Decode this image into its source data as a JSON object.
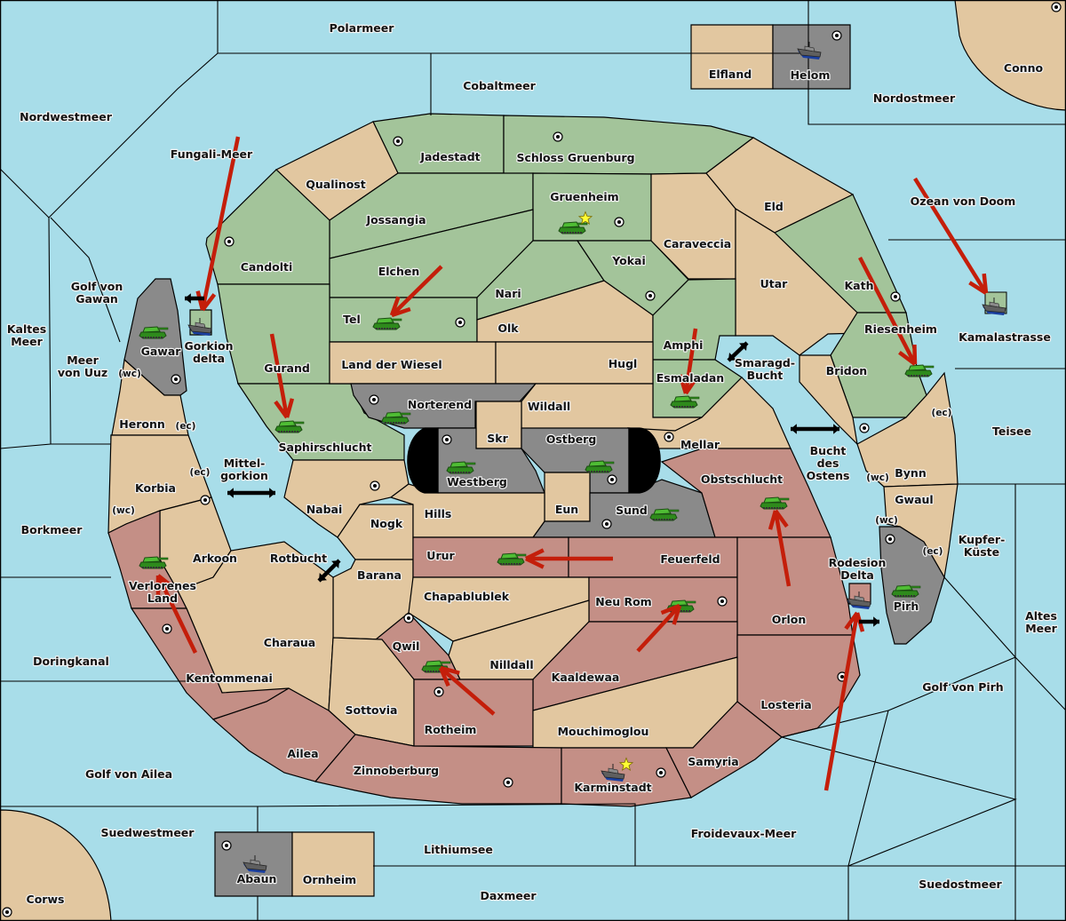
{
  "title": "Diplomacy map",
  "colors": {
    "sea": "#a8dde9",
    "neutral": "#e2c7a0",
    "green_power": "#a3c49a",
    "red_power": "#c48f86",
    "grey_power": "#8a8a8a",
    "impassable": "#000000",
    "order_arrow": "#c41e0a",
    "star": "#ffff33"
  },
  "seas": [
    "Polarmeer",
    "Cobaltmeer",
    "Nordwestmeer",
    "Nordostmeer",
    "Fungali-Meer",
    "Ozean von Doom",
    "Golf von Gawan",
    "Kaltes Meer",
    "Meer von Uuz",
    "Kamalastrasse",
    "Teisee",
    "Smaragd-Bucht",
    "Bucht des Ostens",
    "Mittelgorkion",
    "Borkmeer",
    "Rotbucht",
    "Kupfer-Küste",
    "Altes Meer",
    "Doringkanal",
    "Golf von Pirh",
    "Golf von Ailea",
    "Suedwestmeer",
    "Lithiumsee",
    "Froidevaux-Meer",
    "Daxmeer",
    "Suedostmeer"
  ],
  "territories": [
    {
      "id": "polarmeer",
      "name": "Polarmeer",
      "owner": "sea"
    },
    {
      "id": "cobaltmeer",
      "name": "Cobaltmeer",
      "owner": "sea"
    },
    {
      "id": "nordwestmeer",
      "name": "Nordwestmeer",
      "owner": "sea"
    },
    {
      "id": "nordostmeer",
      "name": "Nordostmeer",
      "owner": "sea"
    },
    {
      "id": "fungali",
      "name": "Fungali-Meer",
      "owner": "sea"
    },
    {
      "id": "doom",
      "name": "Ozean von Doom",
      "owner": "sea"
    },
    {
      "id": "gawan",
      "name": "Golf von Gawan",
      "owner": "sea"
    },
    {
      "id": "kaltes",
      "name": "Kaltes Meer",
      "owner": "sea"
    },
    {
      "id": "uuz",
      "name": "Meer von Uuz",
      "owner": "sea"
    },
    {
      "id": "kamala",
      "name": "Kamalastrasse",
      "owner": "sea"
    },
    {
      "id": "teisee",
      "name": "Teisee",
      "owner": "sea"
    },
    {
      "id": "borkmeer",
      "name": "Borkmeer",
      "owner": "sea"
    },
    {
      "id": "kupfer",
      "name": "Kupfer-Küste",
      "owner": "sea"
    },
    {
      "id": "altes",
      "name": "Altes Meer",
      "owner": "sea"
    },
    {
      "id": "doringkanal",
      "name": "Doringkanal",
      "owner": "sea"
    },
    {
      "id": "golfpirh",
      "name": "Golf von Pirh",
      "owner": "sea"
    },
    {
      "id": "golfailea",
      "name": "Golf von Ailea",
      "owner": "sea"
    },
    {
      "id": "suedwestmeer",
      "name": "Suedwestmeer",
      "owner": "sea"
    },
    {
      "id": "lithiumsee",
      "name": "Lithiumsee",
      "owner": "sea"
    },
    {
      "id": "froidevaux",
      "name": "Froidevaux-Meer",
      "owner": "sea"
    },
    {
      "id": "daxmeer",
      "name": "Daxmeer",
      "owner": "sea"
    },
    {
      "id": "suedostmeer",
      "name": "Suedostmeer",
      "owner": "sea"
    },
    {
      "id": "smaragd",
      "name": "Smaragd-Bucht",
      "owner": "sea"
    },
    {
      "id": "buchtostens",
      "name": "Bucht des Ostens",
      "owner": "sea"
    },
    {
      "id": "mittelgorkion",
      "name": "Mittelgorkion",
      "owner": "sea"
    },
    {
      "id": "rotbucht",
      "name": "Rotbucht",
      "owner": "sea"
    },
    {
      "id": "gorkiondelta",
      "name": "Gorkion delta",
      "owner": "green",
      "unit": "fleet"
    },
    {
      "id": "rodesiondelta",
      "name": "Rodesion Delta",
      "owner": "red",
      "unit": "fleet"
    },
    {
      "id": "elfland",
      "name": "Elfland",
      "owner": "neutral"
    },
    {
      "id": "helom",
      "name": "Helom",
      "owner": "grey",
      "unit": "fleet",
      "sc": true
    },
    {
      "id": "conno",
      "name": "Conno",
      "owner": "neutral",
      "sc": true
    },
    {
      "id": "corws",
      "name": "Corws",
      "owner": "neutral",
      "sc": true
    },
    {
      "id": "abaun",
      "name": "Abaun",
      "owner": "grey",
      "unit": "fleet",
      "sc": true
    },
    {
      "id": "ornheim",
      "name": "Ornheim",
      "owner": "neutral"
    },
    {
      "id": "jadestadt",
      "name": "Jadestadt",
      "owner": "green",
      "sc": true
    },
    {
      "id": "schloss",
      "name": "Schloss Gruenburg",
      "owner": "green",
      "sc": true
    },
    {
      "id": "qualinost",
      "name": "Qualinost",
      "owner": "neutral"
    },
    {
      "id": "jossangia",
      "name": "Jossangia",
      "owner": "green"
    },
    {
      "id": "gruenheim",
      "name": "Gruenheim",
      "owner": "green",
      "unit": "army",
      "sc": true,
      "capital": true
    },
    {
      "id": "candolti",
      "name": "Candolti",
      "owner": "green",
      "sc": true
    },
    {
      "id": "elchen",
      "name": "Elchen",
      "owner": "green"
    },
    {
      "id": "tel",
      "name": "Tel",
      "owner": "green",
      "unit": "army",
      "sc": true
    },
    {
      "id": "nari",
      "name": "Nari",
      "owner": "green"
    },
    {
      "id": "yokai",
      "name": "Yokai",
      "owner": "green",
      "sc": true
    },
    {
      "id": "caraveccia",
      "name": "Caraveccia",
      "owner": "neutral"
    },
    {
      "id": "eld",
      "name": "Eld",
      "owner": "neutral"
    },
    {
      "id": "kath",
      "name": "Kath",
      "owner": "green",
      "sc": true
    },
    {
      "id": "utar",
      "name": "Utar",
      "owner": "neutral"
    },
    {
      "id": "olk",
      "name": "Olk",
      "owner": "neutral"
    },
    {
      "id": "amphi",
      "name": "Amphi",
      "owner": "green"
    },
    {
      "id": "esmaladan",
      "name": "Esmaladan",
      "owner": "green",
      "unit": "army"
    },
    {
      "id": "riesenheim",
      "name": "Riesenheim",
      "owner": "green",
      "unit": "army"
    },
    {
      "id": "bridon",
      "name": "Bridon",
      "owner": "neutral",
      "sc": true
    },
    {
      "id": "gurand",
      "name": "Gurand",
      "owner": "green"
    },
    {
      "id": "saphirschlucht",
      "name": "Saphirschlucht",
      "owner": "green",
      "unit": "army"
    },
    {
      "id": "landwiesel",
      "name": "Land der Wiesel",
      "owner": "neutral"
    },
    {
      "id": "hugl",
      "name": "Hugl",
      "owner": "neutral"
    },
    {
      "id": "norterend",
      "name": "Norterend",
      "owner": "grey",
      "unit": "army",
      "sc": true
    },
    {
      "id": "wildall",
      "name": "Wildall",
      "owner": "neutral"
    },
    {
      "id": "skr",
      "name": "Skr",
      "owner": "neutral"
    },
    {
      "id": "westberg",
      "name": "Westberg",
      "owner": "grey",
      "unit": "army",
      "sc": true
    },
    {
      "id": "ostberg",
      "name": "Ostberg",
      "owner": "grey",
      "unit": "army",
      "sc": true
    },
    {
      "id": "mellar",
      "name": "Mellar",
      "owner": "neutral",
      "sc": true
    },
    {
      "id": "eun",
      "name": "Eun",
      "owner": "neutral"
    },
    {
      "id": "sund",
      "name": "Sund",
      "owner": "grey",
      "unit": "army",
      "sc": true
    },
    {
      "id": "obstschlucht",
      "name": "Obstschlucht",
      "owner": "red",
      "unit": "army"
    },
    {
      "id": "gawar",
      "name": "Gawar",
      "owner": "grey",
      "unit": "army",
      "sc": true
    },
    {
      "id": "heronn",
      "name": "Heronn",
      "owner": "neutral"
    },
    {
      "id": "korbia",
      "name": "Korbia",
      "owner": "neutral",
      "sc": true
    },
    {
      "id": "nabai",
      "name": "Nabai",
      "owner": "neutral",
      "sc": true
    },
    {
      "id": "nogk",
      "name": "Nogk",
      "owner": "neutral"
    },
    {
      "id": "hills",
      "name": "Hills",
      "owner": "neutral"
    },
    {
      "id": "arkoon",
      "name": "Arkoon",
      "owner": "neutral"
    },
    {
      "id": "verlorenes",
      "name": "Verlorenes Land",
      "owner": "red",
      "unit": "army"
    },
    {
      "id": "barana",
      "name": "Barana",
      "owner": "neutral"
    },
    {
      "id": "urur",
      "name": "Urur",
      "owner": "red",
      "unit": "army"
    },
    {
      "id": "feuerfeld",
      "name": "Feuerfeld",
      "owner": "red"
    },
    {
      "id": "chapablublek",
      "name": "Chapablublek",
      "owner": "neutral"
    },
    {
      "id": "neurom",
      "name": "Neu Rom",
      "owner": "red",
      "unit": "army",
      "sc": true
    },
    {
      "id": "orlon",
      "name": "Orlon",
      "owner": "red"
    },
    {
      "id": "qwil",
      "name": "Qwil",
      "owner": "red",
      "unit": "army",
      "sc": true
    },
    {
      "id": "nilldall",
      "name": "Nilldall",
      "owner": "neutral"
    },
    {
      "id": "charaua",
      "name": "Charaua",
      "owner": "neutral"
    },
    {
      "id": "kentommenai",
      "name": "Kentommenai",
      "owner": "red",
      "sc": true
    },
    {
      "id": "kaaldewaa",
      "name": "Kaaldewaa",
      "owner": "red"
    },
    {
      "id": "sottovia",
      "name": "Sottovia",
      "owner": "neutral"
    },
    {
      "id": "rotheim",
      "name": "Rotheim",
      "owner": "red",
      "sc": true
    },
    {
      "id": "losteria",
      "name": "Losteria",
      "owner": "red",
      "sc": true
    },
    {
      "id": "mouchimoglou",
      "name": "Mouchimoglou",
      "owner": "neutral"
    },
    {
      "id": "ailea",
      "name": "Ailea",
      "owner": "red"
    },
    {
      "id": "zinnoberburg",
      "name": "Zinnoberburg",
      "owner": "red",
      "sc": true
    },
    {
      "id": "karminstadt",
      "name": "Karminstadt",
      "owner": "red",
      "unit": "fleet",
      "sc": true,
      "capital": true
    },
    {
      "id": "samyria",
      "name": "Samyria",
      "owner": "red"
    },
    {
      "id": "bynn",
      "name": "Bynn",
      "owner": "neutral"
    },
    {
      "id": "gwaul",
      "name": "Gwaul",
      "owner": "neutral"
    },
    {
      "id": "pirh",
      "name": "Pirh",
      "owner": "grey",
      "unit": "army",
      "sc": true
    },
    {
      "id": "impassable_west",
      "name": "",
      "owner": "impassable"
    },
    {
      "id": "impassable_east",
      "name": "",
      "owner": "impassable"
    }
  ],
  "coast_labels": [
    {
      "text": "(wc)",
      "near": "gawar-heronn"
    },
    {
      "text": "(ec)",
      "near": "heronn"
    },
    {
      "text": "(ec)",
      "near": "korbia"
    },
    {
      "text": "(wc)",
      "near": "korbia"
    },
    {
      "text": "(ec)",
      "near": "riesenheim-bynn"
    },
    {
      "text": "(wc)",
      "near": "bynn"
    },
    {
      "text": "(wc)",
      "near": "gwaul"
    },
    {
      "text": "(ec)",
      "near": "gwaul-pirh"
    }
  ],
  "orders": [
    {
      "from": "Fungali-Meer",
      "to": "Gorkion delta",
      "type": "move"
    },
    {
      "from": "Gurand",
      "to": "Saphirschlucht",
      "type": "move"
    },
    {
      "from": "Elchen",
      "to": "Tel",
      "type": "move"
    },
    {
      "from": "Amphi",
      "to": "Esmaladan",
      "type": "move"
    },
    {
      "from": "Kath",
      "to": "Riesenheim",
      "type": "move"
    },
    {
      "from": "Ozean von Doom",
      "to": "Kamalastrasse",
      "type": "move"
    },
    {
      "from": "Feuerfeld",
      "to": "Urur",
      "type": "move"
    },
    {
      "from": "Kaaldewaa",
      "to": "Neu Rom",
      "type": "move"
    },
    {
      "from": "Rotheim",
      "to": "Qwil",
      "type": "move"
    },
    {
      "from": "Kentommenai",
      "to": "Verlorenes Land",
      "type": "move"
    },
    {
      "from": "Orlon",
      "to": "Obstschlucht",
      "type": "move"
    },
    {
      "from": "Froidevaux-Meer",
      "to": "Rodesion Delta",
      "type": "move"
    }
  ],
  "passages": [
    "Gorkion delta ↔ Golf von Gawan",
    "Mittelgorkion",
    "Rotbucht",
    "Smaragd-Bucht",
    "Bucht des Ostens",
    "Rodesion Delta → Pirh"
  ],
  "icons": {
    "army": "tank-icon",
    "fleet": "ship-icon",
    "sc": "supply-center-icon",
    "capital": "star-icon"
  }
}
